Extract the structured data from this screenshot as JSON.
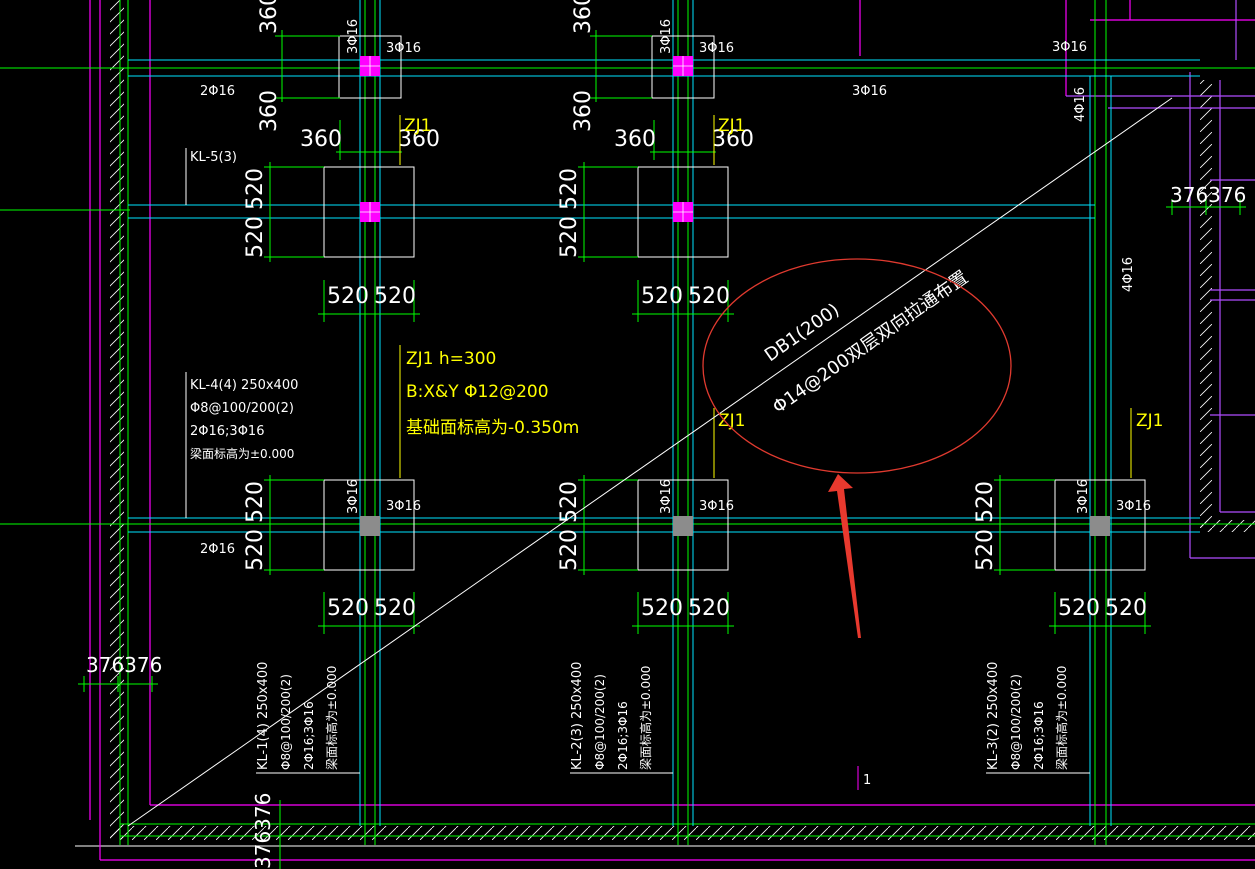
{
  "colors": {
    "background": "#000000",
    "axis_green": "#00ff00",
    "beam_cyan": "#00e5ff",
    "wall_magenta": "#ff00ff",
    "wall_purple": "#b04cff",
    "column_magenta": "#ff00ff",
    "column_gray": "#8c8c8c",
    "text_white": "#ffffff",
    "text_yellow": "#ffff00",
    "annotation_red": "#e03a2f",
    "arrow_red": "#e8392e"
  },
  "dims": {
    "d360": "360",
    "d520": "520",
    "d376": "376376"
  },
  "rebar": {
    "r3phi16": "3Φ16",
    "r2phi16": "2Φ16",
    "r4phi16": "4Φ16"
  },
  "pilecap_label": "ZJ1",
  "pilecap_note": {
    "line1": "ZJ1 h=300",
    "line2": "B:X&Y  Φ12@200",
    "line3": "基础面标高为-0.350m"
  },
  "beams": {
    "kl5": "KL-5(3)",
    "kl4": {
      "line1": "KL-4(4) 250x400",
      "line2": "Φ8@100/200(2)",
      "line3": "2Φ16;3Φ16",
      "line4": "梁面标高为±0.000"
    },
    "kl1": {
      "line1": "KL-1(4) 250x400",
      "line2": "Φ8@100/200(2)",
      "line3": "2Φ16;3Φ16",
      "line4": "梁面标高为±0.000"
    },
    "kl2": {
      "line1": "KL-2(3) 250x400",
      "line2": "Φ8@100/200(2)",
      "line3": "2Φ16;3Φ16",
      "line4": "梁面标高为±0.000"
    },
    "kl3": {
      "line1": "KL-3(2) 250x400",
      "line2": "Φ8@100/200(2)",
      "line3": "2Φ16;3Φ16",
      "line4": "梁面标高为±0.000"
    }
  },
  "slab": {
    "name": "DB1(200)",
    "reinforcement": "Φ14@200双层双向拉通布置"
  },
  "marker_1": "1"
}
